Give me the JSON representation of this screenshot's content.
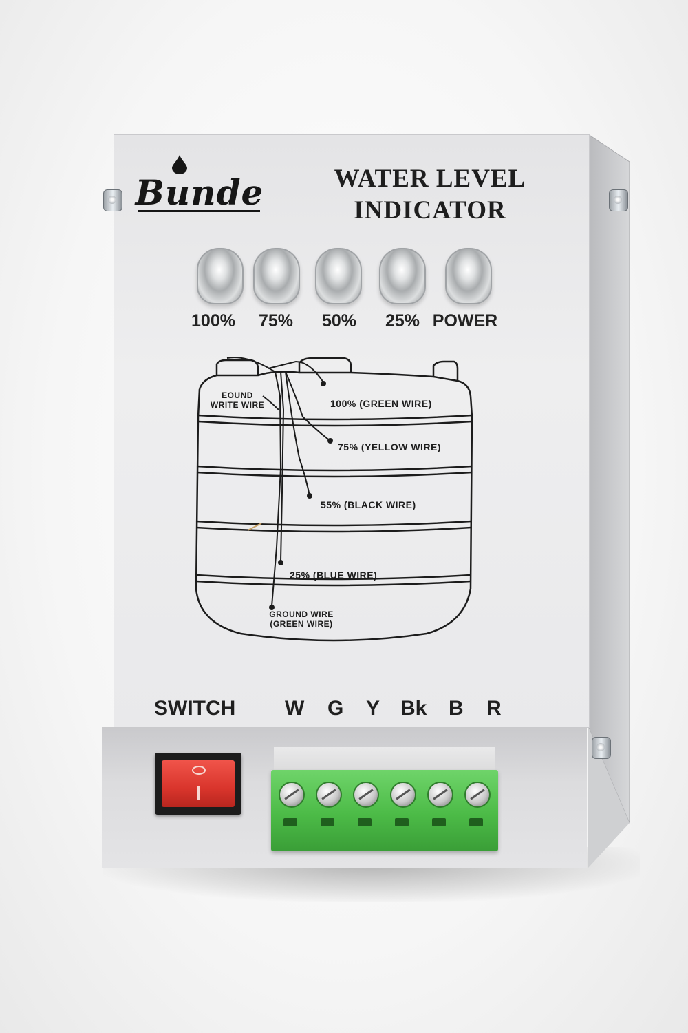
{
  "brand": {
    "name": "Bunde"
  },
  "title": {
    "line1": "WATER LEVEL",
    "line2": "INDICATOR"
  },
  "indicators": [
    {
      "label": "100%"
    },
    {
      "label": "75%"
    },
    {
      "label": "50%"
    },
    {
      "label": "25%"
    },
    {
      "label": "POWER"
    }
  ],
  "diagram": {
    "labels": {
      "ground_white_line1": "EOUND",
      "ground_white_line2": "WRITE WIRE",
      "level100": "100% (GREEN WIRE)",
      "level75": "75% (YELLOW WIRE)",
      "level55": "55% (BLACK WIRE)",
      "level25": "25% (BLUE WIRE)",
      "ground_line1": "GROUND WIRE",
      "ground_line2": "(GREEN WIRE)"
    }
  },
  "terminals": {
    "switch_label": "SWITCH",
    "labels": [
      "W",
      "G",
      "Y",
      "Bk",
      "B",
      "R"
    ]
  },
  "colors": {
    "rocker": "#d9352c",
    "terminal_block": "#4cbb47",
    "panel": "#e9e9eb"
  }
}
